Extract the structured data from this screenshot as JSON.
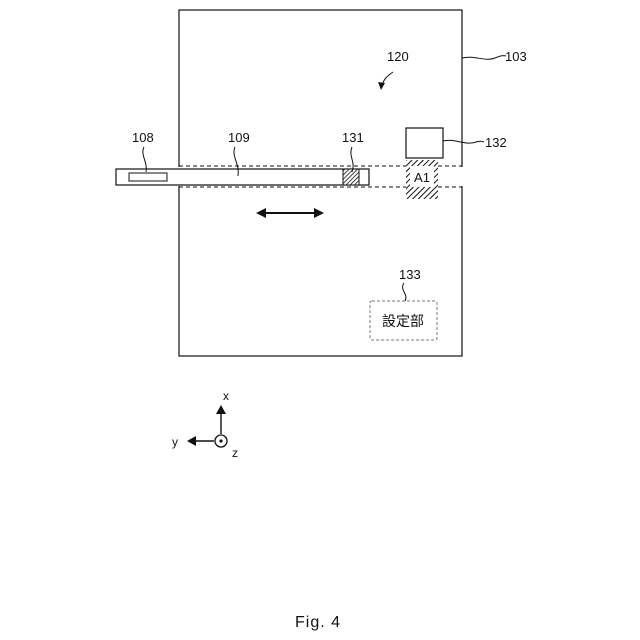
{
  "refs": {
    "device": "103",
    "region": "120",
    "handle": "108",
    "slider": "109",
    "marker": "131",
    "sensor": "132",
    "setting_unit": "133"
  },
  "area_label": "A1",
  "setting_unit_text": "設定部",
  "axes": {
    "x": "x",
    "y": "y",
    "z": "z"
  },
  "caption": "Fig. 4"
}
